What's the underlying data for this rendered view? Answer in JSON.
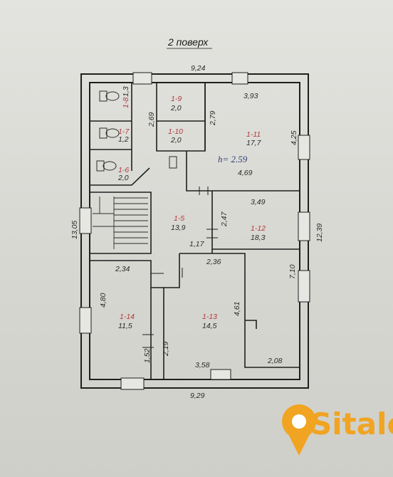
{
  "title": "2 поверх",
  "dimensions": {
    "top_width": "9,24",
    "bottom_width": "9,29",
    "left_height": "13,05",
    "right_height": "12,39",
    "d_393": "3,93",
    "d_425": "4,25",
    "d_469": "4,69",
    "d_269": "2,69",
    "d_279": "2,79",
    "d_349": "3,49",
    "d_247": "2,47",
    "d_117": "1,17",
    "d_710": "7,10",
    "d_234": "2,34",
    "d_236": "2,36",
    "d_480": "4,80",
    "d_461": "4,61",
    "d_219": "2,19",
    "d_152": "1,52",
    "d_358": "3,58",
    "d_208": "2,08"
  },
  "rooms": {
    "r5": {
      "id": "1-5",
      "area": "13,9"
    },
    "r6": {
      "id": "1-6",
      "area": "2,0"
    },
    "r7": {
      "id": "1-7",
      "area": "1,2"
    },
    "r8": {
      "id": "1-8",
      "area": "1,3"
    },
    "r9": {
      "id": "1-9",
      "area": "2,0"
    },
    "r10": {
      "id": "1-10",
      "area": "2,0"
    },
    "r11": {
      "id": "1-11",
      "area": "17,7"
    },
    "r12": {
      "id": "1-12",
      "area": "18,3"
    },
    "r13": {
      "id": "1-13",
      "area": "14,5"
    },
    "r14": {
      "id": "1-14",
      "area": "11,5"
    }
  },
  "handwritten_note": "h= 2.59",
  "logo": {
    "text": "Sitalo",
    "color": "#f0a422"
  }
}
